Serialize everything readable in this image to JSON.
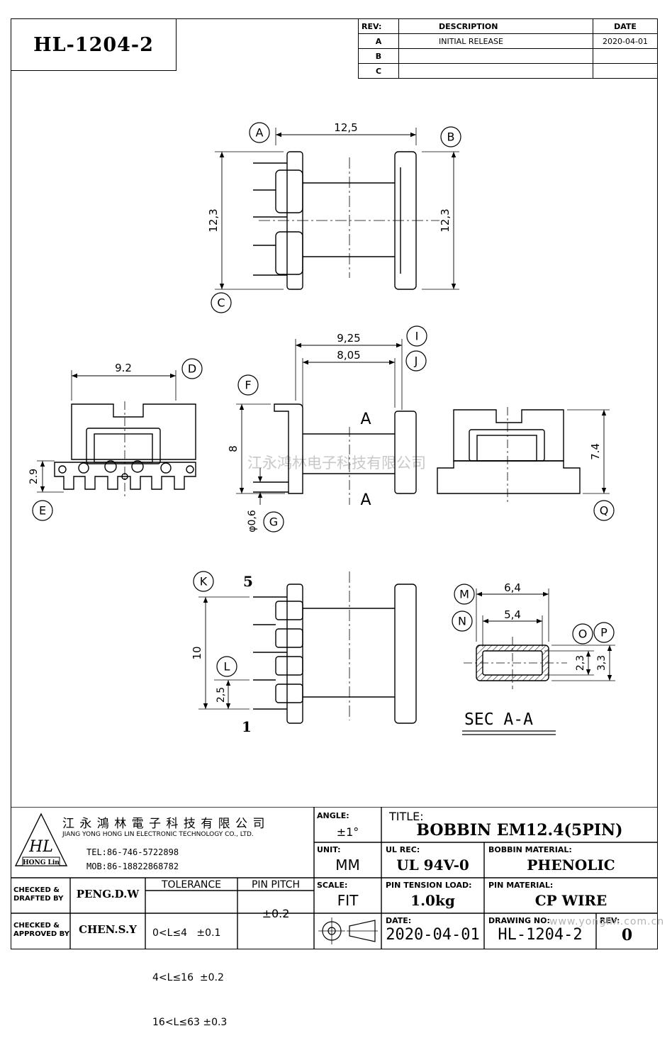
{
  "part_number": "HL-1204-2",
  "revision_table": {
    "headers": {
      "rev": "REV:",
      "description": "DESCRIPTION",
      "date": "DATE"
    },
    "rows": [
      {
        "rev": "A",
        "description": "INITIAL RELEASE",
        "date": "2020-04-01"
      },
      {
        "rev": "B",
        "description": "",
        "date": ""
      },
      {
        "rev": "C",
        "description": "",
        "date": ""
      }
    ]
  },
  "drawing": {
    "dims": {
      "top_width": "12,5",
      "top_height_left": "12,3",
      "top_height_right": "12,3",
      "front_width": "9.2",
      "front_pin_height": "2.9",
      "side_outer": "9,25",
      "side_inner": "8,05",
      "side_height": "8",
      "pin_dia": "φ0,6",
      "section_mark_top": "A",
      "section_mark_bottom": "A",
      "rear_height": "7.4",
      "bottom_span": "10",
      "bottom_pitch": "2,5",
      "pin_top_no": "5",
      "pin_bottom_no": "1",
      "sec_outer_w": "6,4",
      "sec_inner_w": "5,4",
      "sec_inner_h": "2,3",
      "sec_outer_h": "3,3",
      "sec_title": "SEC  A-A"
    },
    "callouts": [
      "A",
      "B",
      "C",
      "D",
      "E",
      "F",
      "G",
      "I",
      "J",
      "Q",
      "K",
      "L",
      "M",
      "N",
      "O",
      "P"
    ],
    "watermark": "江永鸿林电子科技有限公司"
  },
  "title_block": {
    "company_cn": "江 永 鴻 林 電 子 科 技 有 限 公 司",
    "company_en": "JIANG YONG HONG LIN ELECTRONIC TECHNOLOGY CO., LTD.",
    "logo_letters": "HL",
    "logo_text": "HONG Lin",
    "tel": "TEL:86-746-5722898",
    "mob": "MOB:86-18822868782",
    "angle_label": "ANGLE:",
    "angle_value": "±1°",
    "title_label": "TITLE:",
    "title_value": "BOBBIN EM12.4(5PIN)",
    "unit_label": "UNIT:",
    "unit_value": "MM",
    "ul_label": "UL REC:",
    "ul_value": "UL 94V-0",
    "bobbin_mat_label": "BOBBIN MATERIAL:",
    "bobbin_mat_value": "PHENOLIC",
    "scale_label": "SCALE:",
    "scale_value": "FIT",
    "pin_tension_label": "PIN TENSION LOAD:",
    "pin_tension_value": "1.0kg",
    "pin_mat_label": "PIN MATERIAL:",
    "pin_mat_value": "CP WIRE",
    "date_label": "DATE:",
    "date_value": "2020-04-01",
    "drawing_no_label": "DRAWING NO:",
    "drawing_no_value": "HL-1204-2",
    "rev_label": "REV:",
    "rev_value": "0",
    "checked_drafted_label_1": "CHECKED &",
    "checked_drafted_label_2": "DRAFTED BY",
    "checked_drafted_value": "PENG.D.W",
    "checked_approved_label_1": "CHECKED &",
    "checked_approved_label_2": "APPROVED BY",
    "checked_approved_value": "CHEN.S.Y",
    "tolerance_label": "TOLERANCE",
    "tolerance_rows": [
      "0<L≤4   ±0.1",
      "4<L≤16  ±0.2",
      "16<L≤63 ±0.3"
    ],
    "pin_pitch_label": "PIN PITCH",
    "pin_pitch_value": "±0.2",
    "website": "www.yonglin.com.cn"
  }
}
